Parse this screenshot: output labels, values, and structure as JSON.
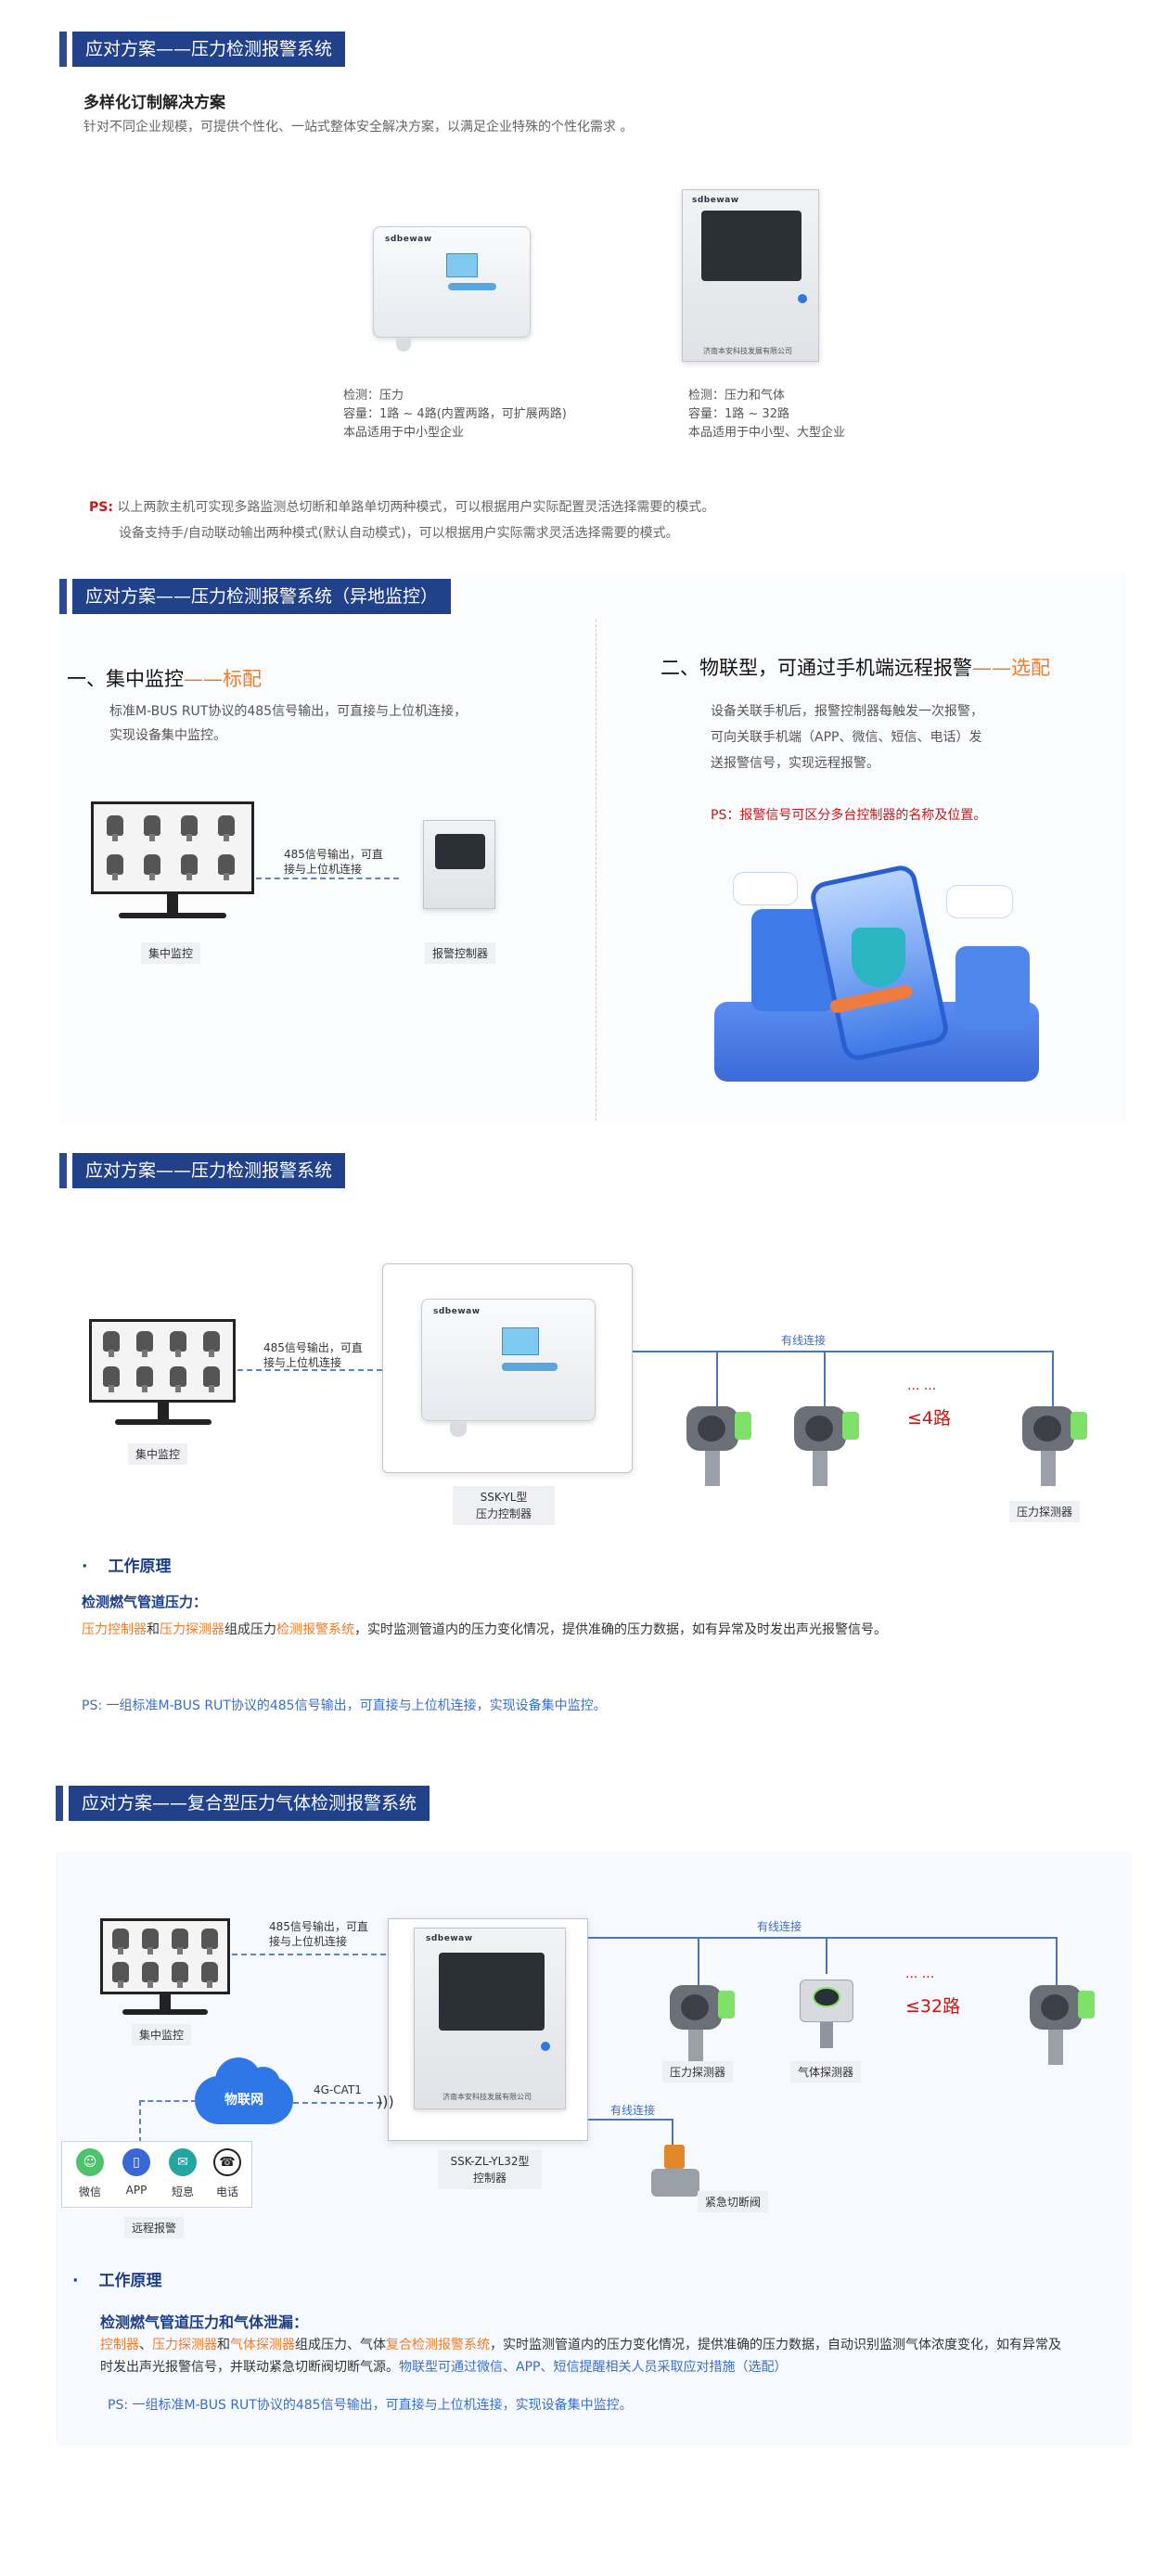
{
  "sections": {
    "s1": {
      "title": "应对方案——压力检测报警系统",
      "subtitle": "多样化订制解决方案",
      "desc": "针对不同企业规模，可提供个性化、一站式整体安全解决方案，以满足企业特殊的个性化需求 。",
      "device1": {
        "brand": "sdbewaw",
        "spec1": "检测：压力",
        "spec2": "容量：1路 ~ 4路(内置两路，可扩展两路)",
        "spec3": "本品适用于中小型企业"
      },
      "device2": {
        "brand": "sdbewaw",
        "company": "济南本安科技发展有限公司",
        "spec1": "检测：压力和气体",
        "spec2": "容量：1路 ~ 32路",
        "spec3": "本品适用于中小型、大型企业"
      },
      "ps_label": "PS:",
      "ps1": "以上两款主机可实现多路监测总切断和单路单切两种模式，可以根据用户实际配置灵活选择需要的模式。",
      "ps2": "设备支持手/自动联动输出两种模式(默认自动模式)，可以根据用户实际需求灵活选择需要的模式。"
    },
    "s2": {
      "title": "应对方案——压力检测报警系统（异地监控）",
      "left_title": "一、集中监控",
      "left_tag": "——标配",
      "left_desc1": "标准M-BUS RUT协议的485信号输出，可直接与上位机连接，",
      "left_desc2": "实现设备集中监控。",
      "signal1": "485信号输出，可直",
      "signal2": "接与上位机连接",
      "monitor_label": "集中监控",
      "controller_label": "报警控制器",
      "right_title": "二、物联型，可通过手机端远程报警",
      "right_tag": "——选配",
      "right_desc1": "设备关联手机后，报警控制器每触发一次报警，",
      "right_desc2": "可向关联手机端（APP、微信、短信、电话）发",
      "right_desc3": "送报警信号，实现远程报警。",
      "right_ps": "PS：报警信号可区分多台控制器的名称及位置。"
    },
    "s3": {
      "title": "应对方案——压力检测报警系统",
      "signal1": "485信号输出，可直",
      "signal2": "接与上位机连接",
      "monitor_label": "集中监控",
      "brand": "sdbewaw",
      "wired": "有线连接",
      "dots": "··· ···",
      "max_channels": "≤4路",
      "controller_label1": "SSK-YL型",
      "controller_label2": "压力控制器",
      "detector_label": "压力探测器",
      "principle_bullet": "·",
      "principle_title": "工作原理",
      "principle_sub": "检测燃气管道压力：",
      "p_part1": "压力控制器",
      "p_part2": "和",
      "p_part3": "压力探测器",
      "p_part4": "组成压力",
      "p_part5": "检测报警系统",
      "p_part6": "，实时监测管道内的压力变化情况，提供准确的压力数据，如有异常及时发出声光报警信号。",
      "ps": "PS: 一组标准M-BUS RUT协议的485信号输出，可直接与上位机连接，实现设备集中监控。"
    },
    "s4": {
      "title": "应对方案——复合型压力气体检测报警系统",
      "signal1": "485信号输出，可直",
      "signal2": "接与上位机连接",
      "monitor_label": "集中监控",
      "brand": "sdbewaw",
      "company": "济南本安科技发展有限公司",
      "wired": "有线连接",
      "wired2": "有线连接",
      "dots": "··· ···",
      "max_channels": "≤32路",
      "pressure_det_label": "压力探测器",
      "gas_det_label": "气体探测器",
      "cloud": "物联网",
      "net": "4G-CAT1",
      "remote": [
        "微信",
        "APP",
        "短息",
        "电话"
      ],
      "remote_label": "远程报警",
      "controller_label1": "SSK-ZL-YL32型",
      "controller_label2": "控制器",
      "valve_label": "紧急切断阀",
      "principle_bullet": "·",
      "principle_title": "工作原理",
      "principle_sub": "检测燃气管道压力和气体泄漏：",
      "p_part1": "控制器",
      "p_part2": "、",
      "p_part3": "压力探测器",
      "p_part4": "和",
      "p_part5": "气体探测器",
      "p_part6": "组成压力、气体",
      "p_part7": "复合检测报警系统",
      "p_part8": "，实时监测管道内的压力变化情况，提供准确的压力数据，自动识别监测气",
      "p_line2a": "体浓度变化，如有异常及时发出声光报警信号，并联动紧急切断阀切断气源。",
      "p_line2b": "物联型可通过微信、APP、短信提醒相关人员采取应对措施（选配）",
      "ps": "PS: 一组标准M-BUS RUT协议的485信号输出，可直接与上位机连接，实现设备集中监控。"
    }
  },
  "colors": {
    "header": "#21428a",
    "accent": "#f07b2a",
    "alert": "#d01414",
    "link": "#3b6fc6"
  }
}
